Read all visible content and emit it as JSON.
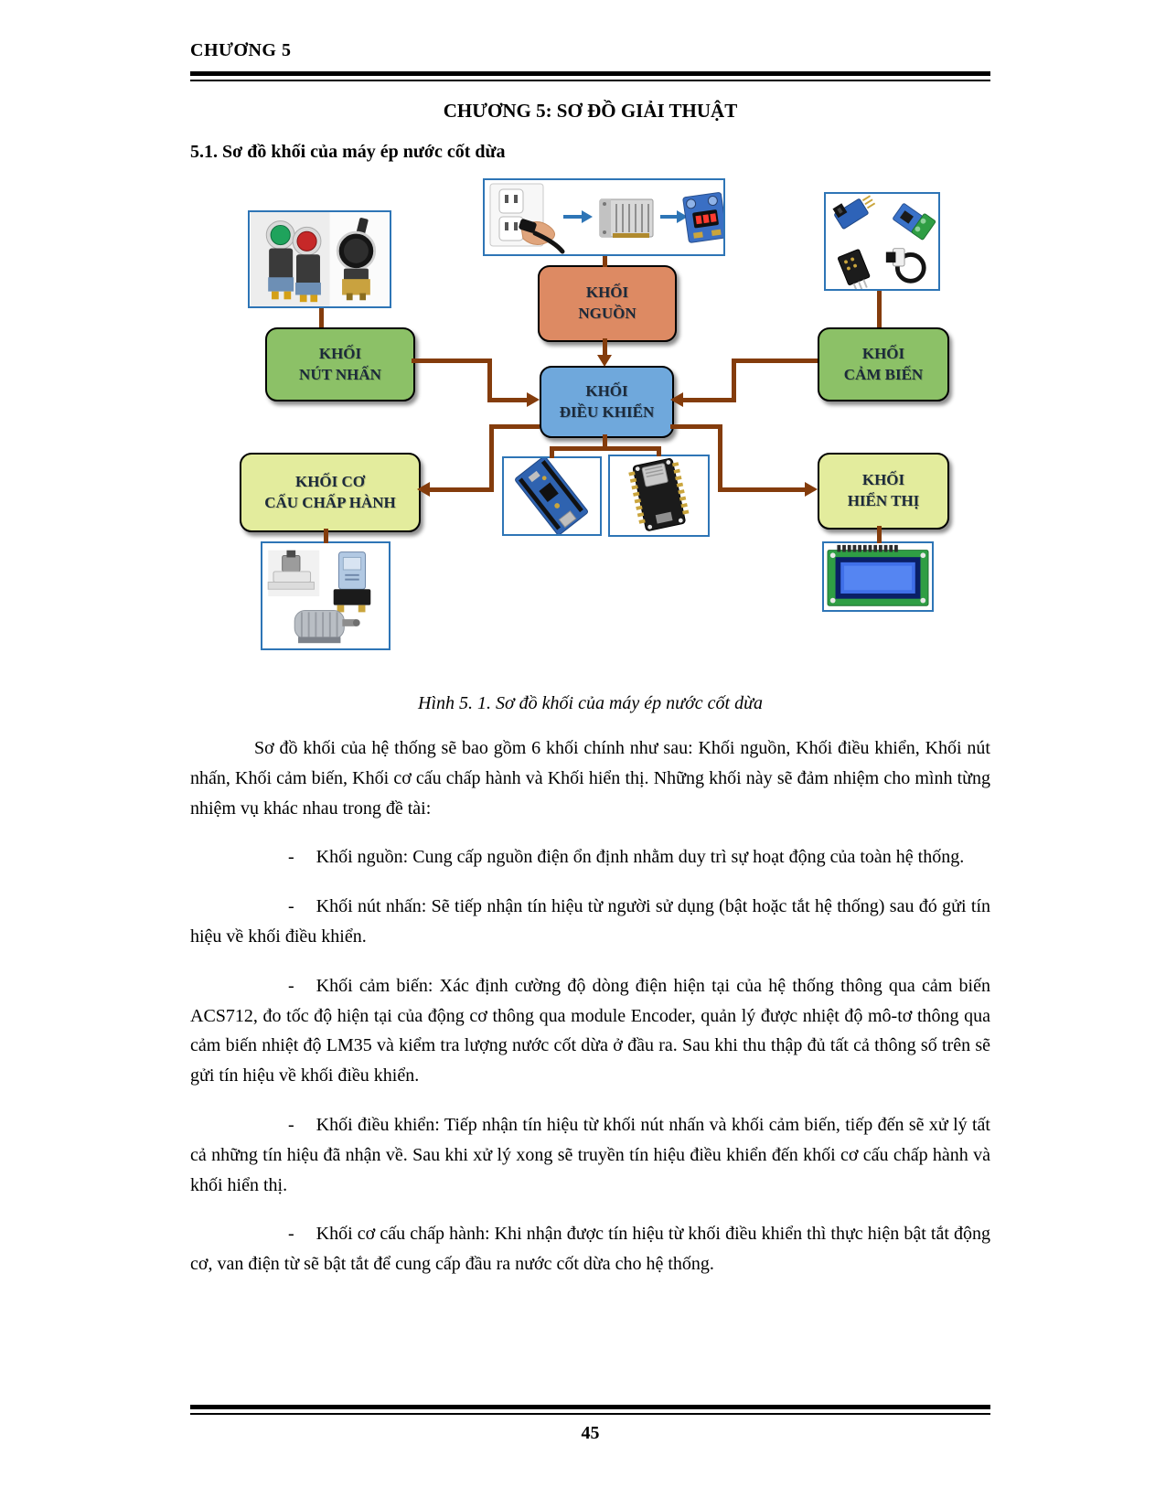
{
  "header": {
    "chapter_label": "CHƯƠNG 5"
  },
  "title": "CHƯƠNG 5: SƠ ĐỒ GIẢI THUẬT",
  "section": {
    "heading": "5.1. Sơ đồ khối của máy ép nước cốt dừa"
  },
  "diagram": {
    "blocks": {
      "nguon": {
        "label": "KHỐI\nNGUỒN",
        "color": "#DD8A63"
      },
      "dieu_khien": {
        "label": "KHỐI\nĐIỀU KHIỂN",
        "color": "#6FA8DC"
      },
      "nut_nhan": {
        "label": "KHỐI\nNÚT NHẤN",
        "color": "#8CC167"
      },
      "cam_bien": {
        "label": "KHỐI\nCẢM BIẾN",
        "color": "#8CC167"
      },
      "co_cau": {
        "label": "KHỐI CƠ\nCẤU CHẤP HÀNH",
        "color": "#E3EC9D"
      },
      "hien_thi": {
        "label": "KHỐI\nHIỂN THỊ",
        "color": "#E3EC9D"
      }
    },
    "arrow_color": "#843C0C",
    "image_border_color": "#2E75B6",
    "photos": {
      "buttons": "push-buttons-and-selector-switch-photo",
      "power": "outlet-plug-power-supply-buck-converter-photo",
      "sensors": "sensor-modules-photo",
      "arduino": "arduino-mega-board-photo",
      "esp32": "esp32-board-photo",
      "actuators": "solenoid-valve-relay-motor-photo",
      "lcd": "lcd2004-display-photo"
    }
  },
  "figure_caption": "Hình 5. 1. Sơ đồ khối của máy ép nước cốt dừa",
  "body": {
    "intro": "Sơ đồ khối của hệ thống sẽ bao gồm 6 khối chính như sau: Khối nguồn, Khối điều khiển, Khối nút nhấn, Khối cảm biến, Khối cơ cấu chấp hành và Khối hiển thị. Những khối này sẽ đảm nhiệm cho mình từng nhiệm vụ khác nhau trong đề tài:",
    "bullet_marker": "-",
    "bullets": [
      "Khối nguồn: Cung cấp nguồn điện ổn định nhằm duy trì sự hoạt động của toàn hệ thống.",
      "Khối nút nhấn: Sẽ tiếp nhận tín hiệu từ người sử dụng (bật hoặc tắt hệ thống) sau đó gửi tín hiệu về khối điều khiển.",
      "Khối cảm biến: Xác định cường độ dòng điện hiện tại của hệ thống thông qua cảm biến ACS712, đo tốc độ hiện tại của động cơ thông qua module Encoder, quản lý được nhiệt độ mô-tơ thông qua cảm biến nhiệt độ LM35 và kiểm tra lượng nước cốt dừa ở đầu ra. Sau khi thu thập đủ tất cả thông số trên sẽ gửi tín hiệu về khối điều khiển.",
      "Khối điều khiển: Tiếp nhận tín hiệu từ khối nút nhấn và khối cảm biến, tiếp đến sẽ xử lý tất cả những tín hiệu đã nhận về. Sau khi xử lý xong sẽ truyền tín hiệu điều khiển đến khối cơ cấu chấp hành và khối hiển thị.",
      "Khối cơ cấu chấp hành: Khi nhận được tín hiệu từ khối điều khiển thì thực hiện bật tắt động cơ, van điện từ sẽ bật tắt để cung cấp đầu ra nước cốt dừa cho hệ thống."
    ]
  },
  "footer": {
    "page_number": "45"
  }
}
